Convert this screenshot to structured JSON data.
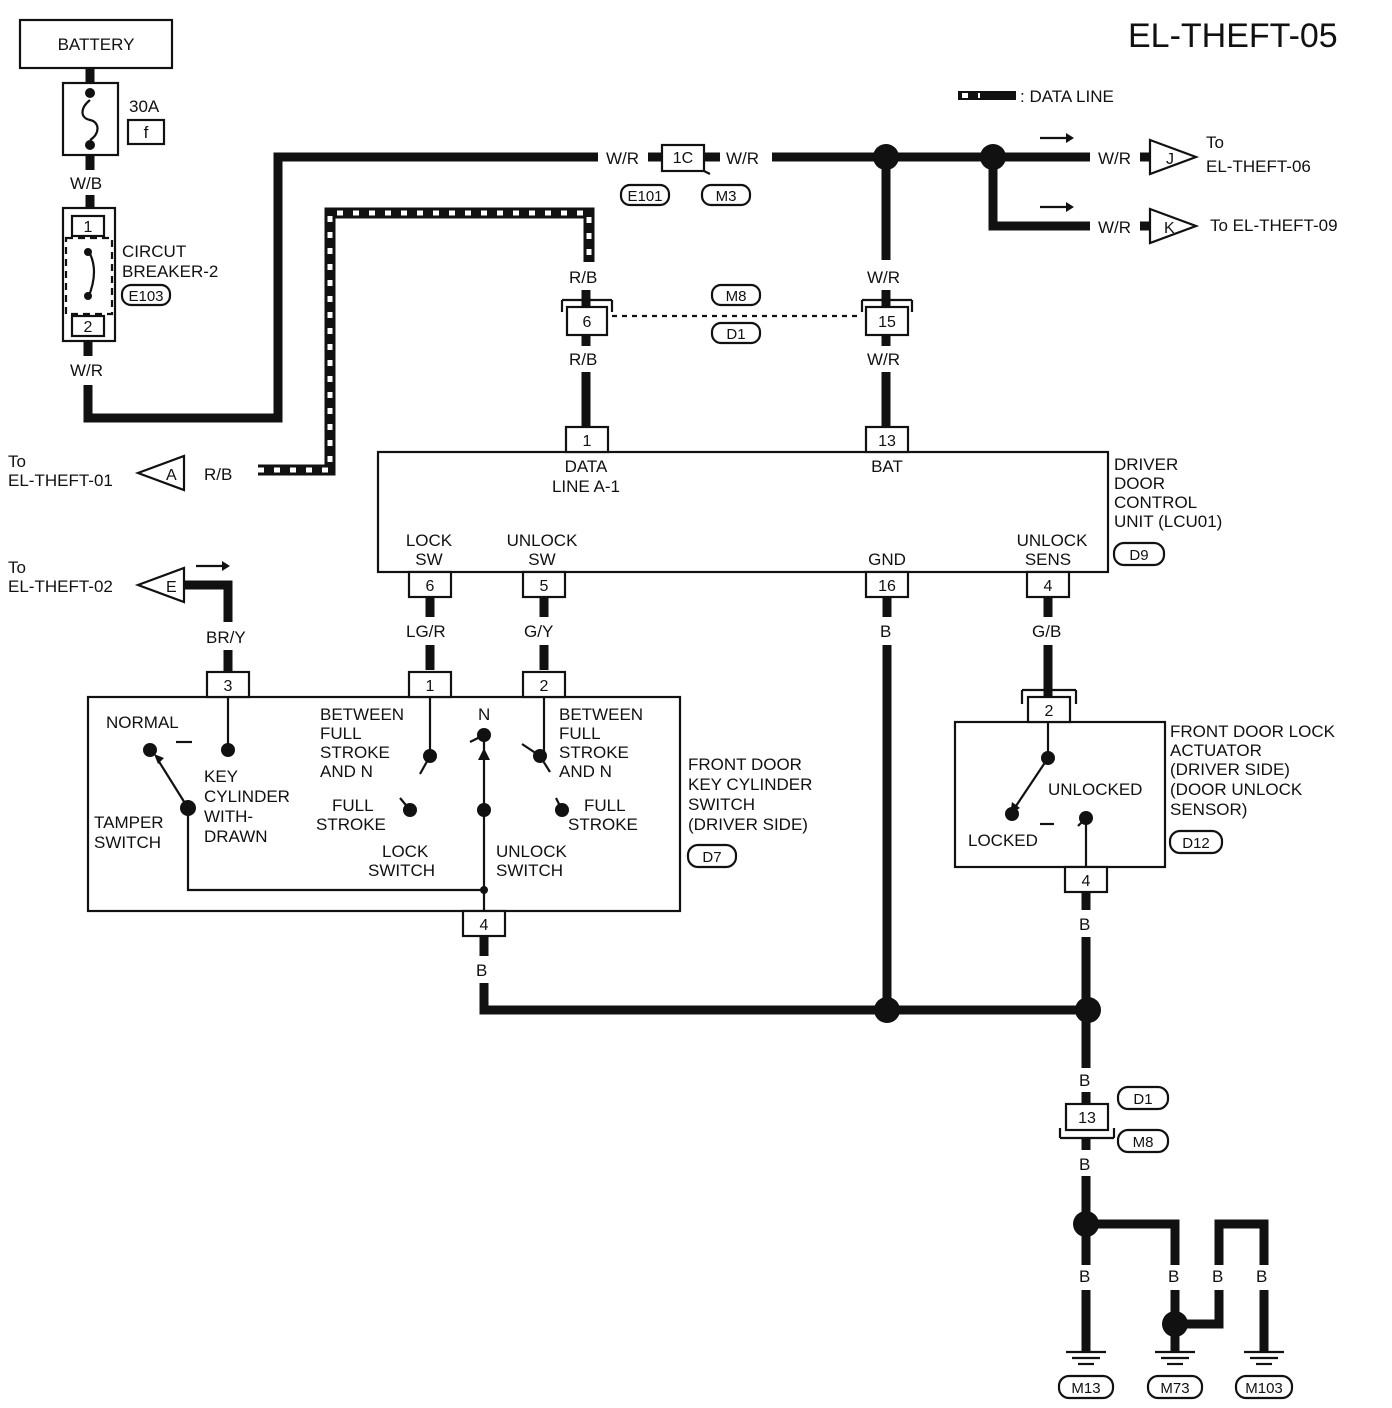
{
  "title": "EL-THEFT-05",
  "legend": {
    "text": ": DATA LINE"
  },
  "battery": {
    "label": "BATTERY",
    "fuse_rating": "30A",
    "fuse_id": "f"
  },
  "circuit_breaker": {
    "line1": "CIRCUT",
    "line2": "BREAKER-2",
    "connector": "E103",
    "pin_top": "1",
    "pin_bottom": "2"
  },
  "wires": {
    "wb": "W/B",
    "wr": "W/R",
    "rb": "R/B",
    "bry": "BR/Y",
    "lgr": "LG/R",
    "gy": "G/Y",
    "gb": "G/B",
    "b": "B"
  },
  "connectors": {
    "c1c": "1C",
    "e101": "E101",
    "m3": "M3",
    "m8": "M8",
    "d1": "D1",
    "pin6": "6",
    "pin15": "15",
    "d1b": "D1",
    "m8b": "M8",
    "pin13b": "13"
  },
  "offpage": {
    "j_letter": "J",
    "j_to": "To",
    "j_dest": "EL-THEFT-06",
    "k_letter": "K",
    "k_dest": "To EL-THEFT-09",
    "a_letter": "A",
    "a_to": "To",
    "a_dest": "EL-THEFT-01",
    "e_letter": "E",
    "e_to": "To",
    "e_dest": "EL-THEFT-02"
  },
  "dcu": {
    "name1": "DRIVER",
    "name2": "DOOR",
    "name3": "CONTROL",
    "name4": "UNIT (LCU01)",
    "connector": "D9",
    "p1": "1",
    "p1_l1": "DATA",
    "p1_l2": "LINE A-1",
    "p13": "13",
    "p13_l": "BAT",
    "p6": "6",
    "p6_l1": "LOCK",
    "p6_l2": "SW",
    "p5": "5",
    "p5_l1": "UNLOCK",
    "p5_l2": "SW",
    "p16": "16",
    "p16_l": "GND",
    "p4": "4",
    "p4_l1": "UNLOCK",
    "p4_l2": "SENS"
  },
  "keycyl": {
    "name1": "FRONT DOOR",
    "name2": "KEY CYLINDER",
    "name3": "SWITCH",
    "name4": "(DRIVER SIDE)",
    "connector": "D7",
    "p3": "3",
    "p1": "1",
    "p2": "2",
    "p4": "4",
    "normal": "NORMAL",
    "key1": "KEY",
    "key2": "CYLINDER",
    "key3": "WITH-",
    "key4": "DRAWN",
    "tamper1": "TAMPER",
    "tamper2": "SWITCH",
    "bl1": "BETWEEN",
    "bl2": "FULL",
    "bl3": "STROKE",
    "bl4": "AND N",
    "n": "N",
    "br1": "BETWEEN",
    "br2": "FULL",
    "br3": "STROKE",
    "br4": "AND N",
    "fsl1": "FULL",
    "fsl2": "STROKE",
    "fsr1": "FULL",
    "fsr2": "STROKE",
    "lock1": "LOCK",
    "lock2": "SWITCH",
    "unlock1": "UNLOCK",
    "unlock2": "SWITCH"
  },
  "actuator": {
    "name1": "FRONT DOOR LOCK",
    "name2": "ACTUATOR",
    "name3": "(DRIVER SIDE)",
    "name4": "(DOOR UNLOCK",
    "name5": "SENSOR)",
    "connector": "D12",
    "p2": "2",
    "p4": "4",
    "unlocked": "UNLOCKED",
    "locked": "LOCKED"
  },
  "grounds": {
    "g1": "M13",
    "g2": "M73",
    "g3": "M103"
  }
}
